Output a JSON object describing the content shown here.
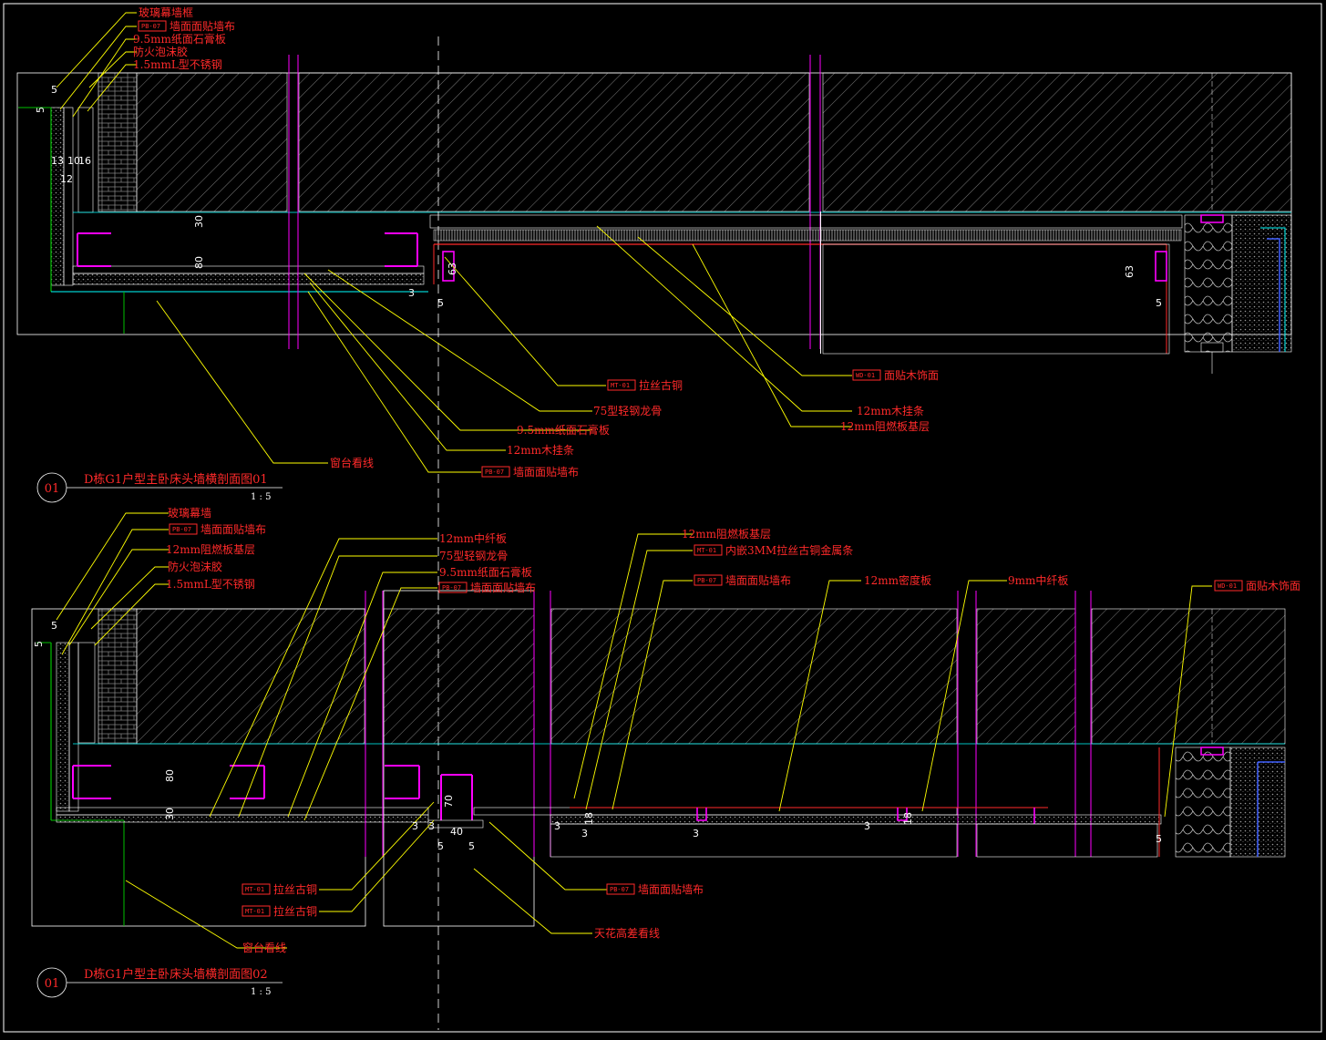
{
  "colors": {
    "background": "#000000",
    "leader": "#ffff00",
    "label": "#ff2a2a",
    "outline": "#ffffff",
    "magenta": "#ff00ff",
    "cyan": "#00ffff",
    "hatch": "#7a7a7a",
    "green": "#00c000"
  },
  "section1": {
    "title": "D栋G1户型主卧床头墙横剖面图01",
    "scale": "1 : 5",
    "number": "01",
    "labels_left": [
      {
        "text": "玻璃幕墙框",
        "tag": ""
      },
      {
        "text": "墙面面贴墙布",
        "tag": "PB-07"
      },
      {
        "text": "9.5mm纸面石膏板",
        "tag": ""
      },
      {
        "text": "防火泡沫胶",
        "tag": ""
      },
      {
        "text": "1.5mmL型不锈钢",
        "tag": ""
      }
    ],
    "labels_right": [
      {
        "text": "面贴木饰面",
        "tag": "WD-01"
      },
      {
        "text": "拉丝古铜",
        "tag": "MT-01"
      },
      {
        "text": "12mm木挂条",
        "tag": ""
      },
      {
        "text": "75型轻钢龙骨",
        "tag": ""
      },
      {
        "text": "12mm阻燃板基层",
        "tag": ""
      },
      {
        "text": "9.5mm纸面石膏板",
        "tag": ""
      },
      {
        "text": "12mm木挂条",
        "tag": ""
      },
      {
        "text": "墙面面贴墙布",
        "tag": "PB-07"
      },
      {
        "text": "窗台看线",
        "tag": ""
      }
    ],
    "dims": [
      "5",
      "5",
      "13",
      "10",
      "16",
      "12",
      "30",
      "80",
      "63",
      "3",
      "5",
      "63",
      "5"
    ]
  },
  "section2": {
    "title": "D栋G1户型主卧床头墙横剖面图02",
    "scale": "1 : 5",
    "number": "01",
    "labels_left": [
      {
        "text": "玻璃幕墙",
        "tag": ""
      },
      {
        "text": "墙面面贴墙布",
        "tag": "PB-07"
      },
      {
        "text": "12mm阻燃板基层",
        "tag": ""
      },
      {
        "text": "防火泡沫胶",
        "tag": ""
      },
      {
        "text": "1.5mmL型不锈钢",
        "tag": ""
      }
    ],
    "labels_top": [
      {
        "text": "12mm中纤板",
        "tag": ""
      },
      {
        "text": "75型轻钢龙骨",
        "tag": ""
      },
      {
        "text": "9.5mm纸面石膏板",
        "tag": ""
      },
      {
        "text": "墙面面贴墙布",
        "tag": "PB-07"
      },
      {
        "text": "12mm阻燃板基层",
        "tag": ""
      },
      {
        "text": "内嵌3MM拉丝古铜金属条",
        "tag": "MT-01"
      },
      {
        "text": "墙面面贴墙布",
        "tag": "PB-07"
      },
      {
        "text": "12mm密度板",
        "tag": ""
      },
      {
        "text": "9mm中纤板",
        "tag": ""
      },
      {
        "text": "面贴木饰面",
        "tag": "WD-01"
      }
    ],
    "labels_bottom": [
      {
        "text": "拉丝古铜",
        "tag": "MT-01"
      },
      {
        "text": "拉丝古铜",
        "tag": "MT-01"
      },
      {
        "text": "墙面面贴墙布",
        "tag": "PB-07"
      },
      {
        "text": "天花高差看线",
        "tag": ""
      },
      {
        "text": "窗台看线",
        "tag": ""
      }
    ],
    "dims": [
      "5",
      "5",
      "80",
      "30",
      "70",
      "3",
      "3",
      "40",
      "5",
      "5",
      "3",
      "18",
      "3",
      "3",
      "18",
      "3",
      "5"
    ]
  }
}
